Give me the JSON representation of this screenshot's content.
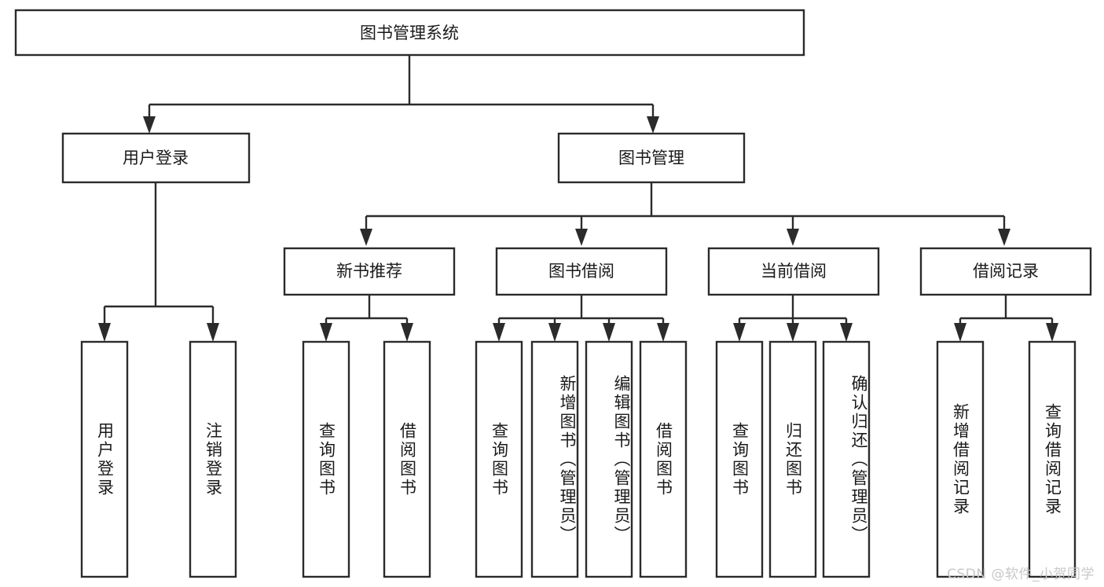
{
  "diagram": {
    "type": "tree",
    "title": "图书管理系统",
    "watermark": "CSDN @软件_小贺同学",
    "colors": {
      "box_stroke": "#2b2b2b",
      "box_fill": "#ffffff",
      "text": "#1a1a1a",
      "watermark": "#c8c8c8",
      "background": "#ffffff"
    },
    "nodes": {
      "root": {
        "label": "图书管理系统"
      },
      "level2": [
        {
          "label": "用户登录"
        },
        {
          "label": "图书管理"
        }
      ],
      "level3": [
        {
          "label": "新书推荐"
        },
        {
          "label": "图书借阅"
        },
        {
          "label": "当前借阅"
        },
        {
          "label": "借阅记录"
        }
      ],
      "leaves": {
        "user_login": [
          {
            "label": "用户登录"
          },
          {
            "label": "注销登录"
          }
        ],
        "new_book_recommend": [
          {
            "label": "查询图书"
          },
          {
            "label": "借阅图书"
          }
        ],
        "book_borrow": [
          {
            "label": "查询图书"
          },
          {
            "label": "新增图书（管理员）"
          },
          {
            "label": "编辑图书（管理员）"
          },
          {
            "label": "借阅图书"
          }
        ],
        "current_borrow": [
          {
            "label": "查询图书"
          },
          {
            "label": "归还图书"
          },
          {
            "label": "确认归还（管理员）"
          }
        ],
        "borrow_record": [
          {
            "label": "新增借阅记录"
          },
          {
            "label": "查询借阅记录"
          }
        ]
      }
    },
    "edges": [
      {
        "from": "图书管理系统",
        "to": "用户登录"
      },
      {
        "from": "图书管理系统",
        "to": "图书管理"
      },
      {
        "from": "图书管理",
        "to": "新书推荐"
      },
      {
        "from": "图书管理",
        "to": "图书借阅"
      },
      {
        "from": "图书管理",
        "to": "当前借阅"
      },
      {
        "from": "图书管理",
        "to": "借阅记录"
      },
      {
        "from": "用户登录",
        "to": "用户登录"
      },
      {
        "from": "用户登录",
        "to": "注销登录"
      },
      {
        "from": "新书推荐",
        "to": "查询图书"
      },
      {
        "from": "新书推荐",
        "to": "借阅图书"
      },
      {
        "from": "图书借阅",
        "to": "查询图书"
      },
      {
        "from": "图书借阅",
        "to": "新增图书（管理员）"
      },
      {
        "from": "图书借阅",
        "to": "编辑图书（管理员）"
      },
      {
        "from": "图书借阅",
        "to": "借阅图书"
      },
      {
        "from": "当前借阅",
        "to": "查询图书"
      },
      {
        "from": "当前借阅",
        "to": "归还图书"
      },
      {
        "from": "当前借阅",
        "to": "确认归还（管理员）"
      },
      {
        "from": "借阅记录",
        "to": "新增借阅记录"
      },
      {
        "from": "借阅记录",
        "to": "查询借阅记录"
      }
    ]
  }
}
